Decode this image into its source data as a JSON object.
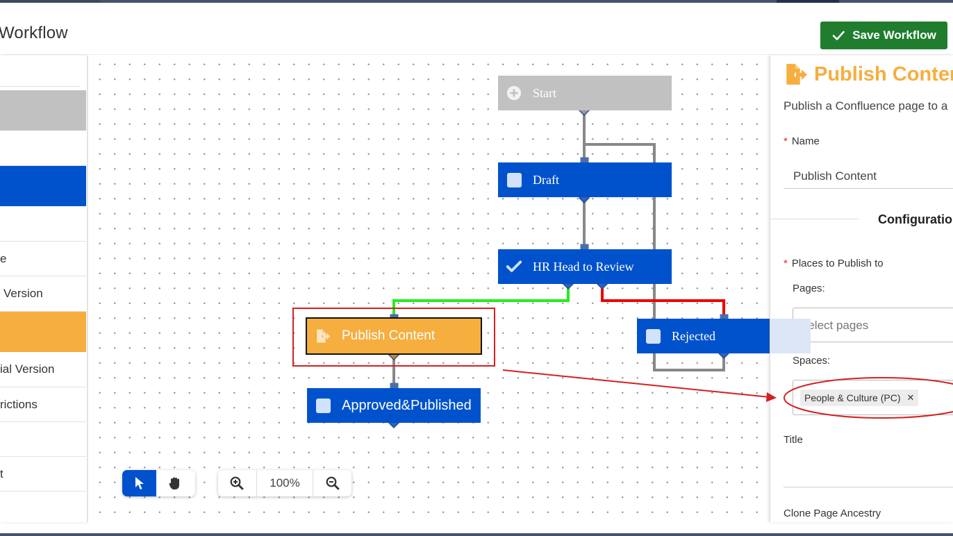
{
  "page": {
    "title": "Workflow"
  },
  "toolbar": {
    "save_label": "Save Workflow"
  },
  "sidebar": {
    "items": [
      {
        "label": ""
      },
      {
        "label": ""
      },
      {
        "label": ""
      },
      {
        "label": ""
      },
      {
        "label": "e"
      },
      {
        "label": "Version"
      },
      {
        "label": ""
      },
      {
        "label": "ial Version"
      },
      {
        "label": "rictions"
      },
      {
        "label": ""
      },
      {
        "label": "t"
      }
    ]
  },
  "workflow": {
    "nodes": {
      "start": "Start",
      "draft": "Draft",
      "hr_review": "HR Head to Review",
      "publish": "Publish Content",
      "rejected": "Rejected",
      "approved": "Approved&Published"
    }
  },
  "canvas_tools": {
    "zoom": "100%"
  },
  "panel": {
    "title": "Publish Conten",
    "description": "Publish a Confluence page to a",
    "name_label": "Name",
    "name_value": "Publish Content",
    "section_title": "Configuratio",
    "places_label": "Places to Publish to",
    "pages_label": "Pages:",
    "pages_placeholder": "Select pages",
    "spaces_label": "Spaces:",
    "space_tag": "People & Culture (PC)",
    "title_label": "Title",
    "clone_label": "Clone Page Ancestry"
  },
  "colors": {
    "primary_blue": "#0052cc",
    "accent_orange": "#f6ae3f",
    "save_green": "#1f7d2d",
    "approve_edge": "#00e000",
    "reject_edge": "#ee0000",
    "annotation_red": "#d42020"
  },
  "icons": [
    "checkmark-icon",
    "plus-circle-icon",
    "checkbox-icon",
    "check-icon",
    "publish-doc-icon",
    "pointer-icon",
    "hand-icon",
    "zoom-in-icon",
    "zoom-out-icon",
    "close-icon"
  ]
}
